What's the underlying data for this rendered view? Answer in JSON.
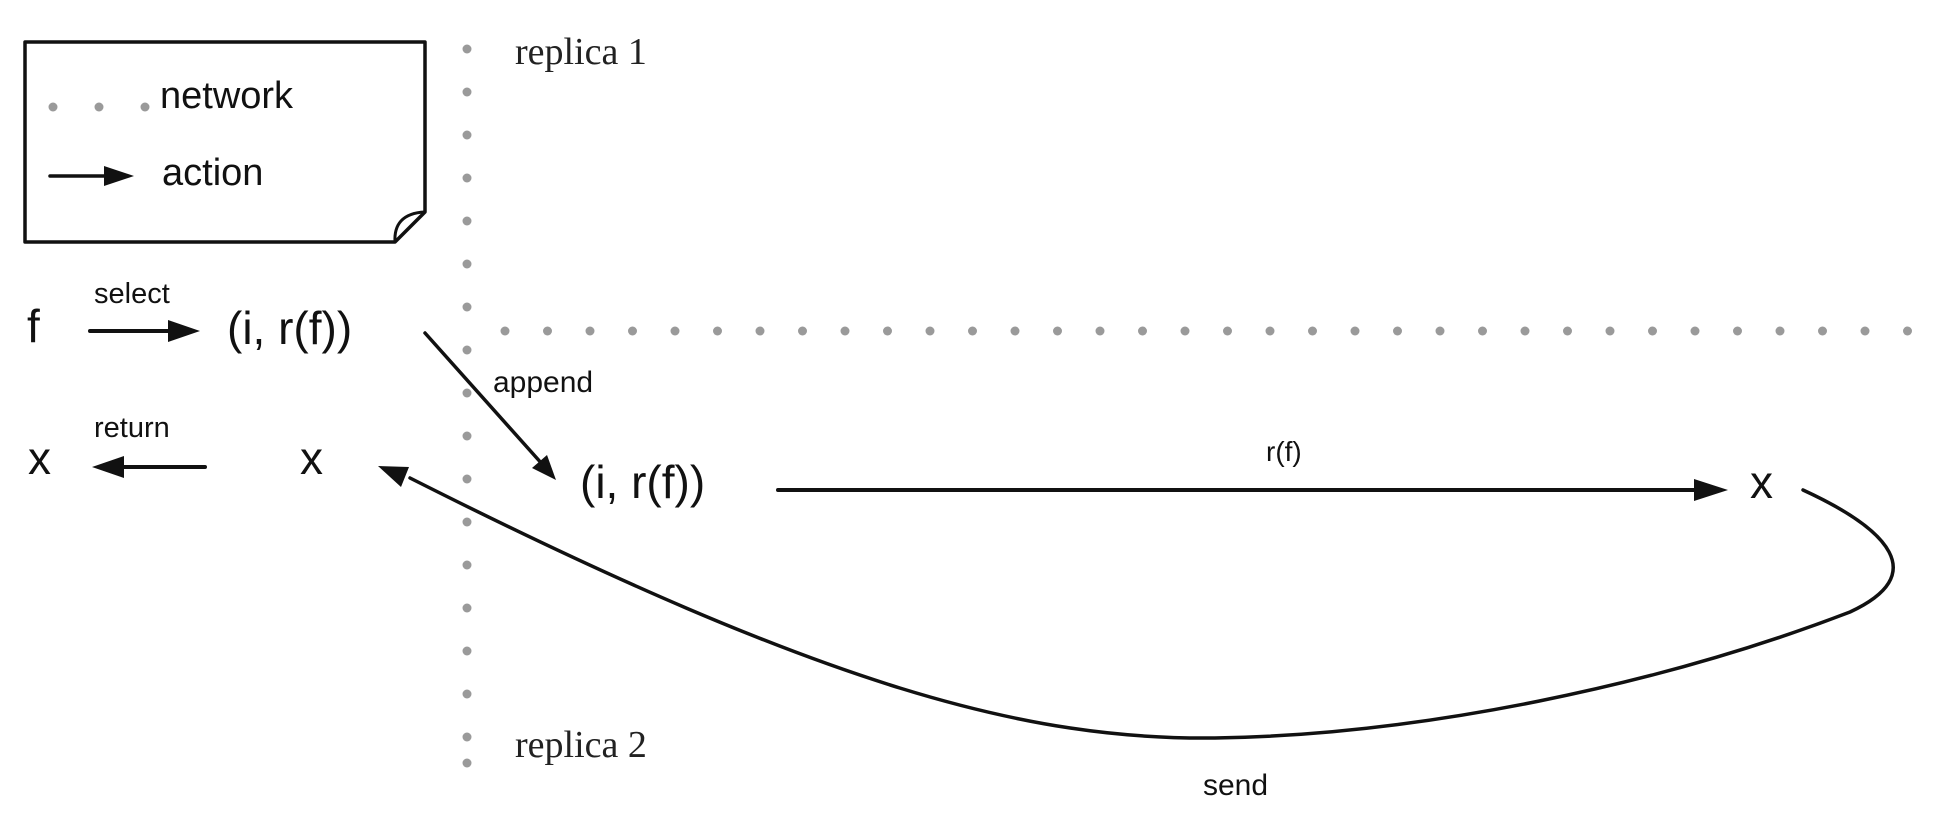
{
  "colors": {
    "background": "#ffffff",
    "ink": "#111111",
    "network_dots": "#9a9a9a"
  },
  "legend": {
    "network_label": "network",
    "action_label": "action"
  },
  "regions": {
    "replica_1": "replica 1",
    "replica_2": "replica 2"
  },
  "nodes": {
    "f": "f",
    "selected_pair": "(i, r(f))",
    "return_x": "x",
    "local_x": "x",
    "appended_pair": "(i, r(f))",
    "remote_x": "x"
  },
  "actions": {
    "select": "select",
    "append": "append",
    "return": "return",
    "apply": "r(f)",
    "send": "send"
  }
}
